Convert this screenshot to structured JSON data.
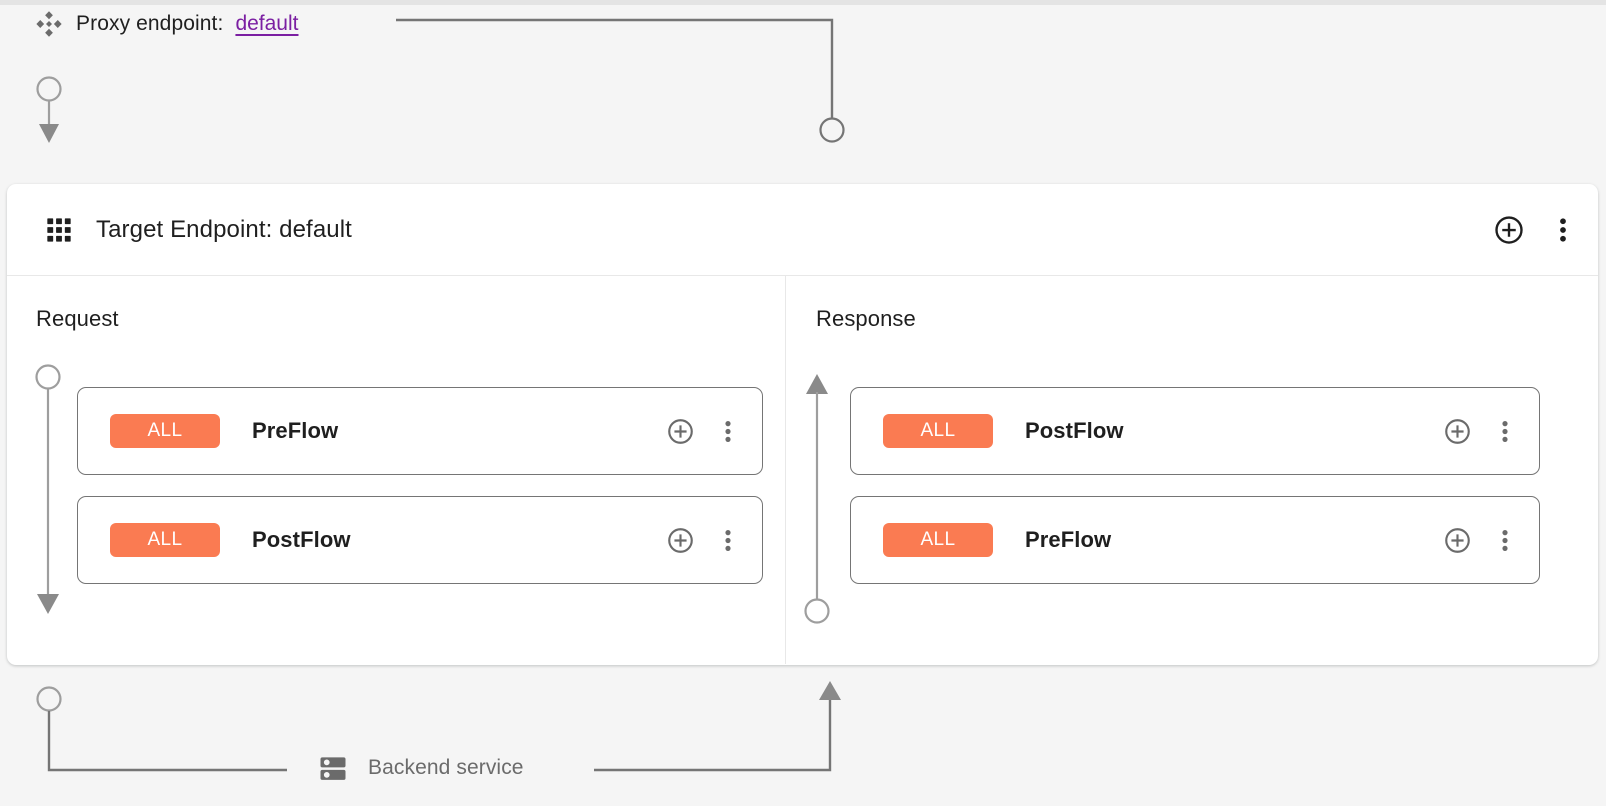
{
  "theme": {
    "page_background": "#f5f5f5",
    "card_background": "#ffffff",
    "badge_color": "#fa7b52",
    "link_color": "#7b1fa2",
    "connector_color": "#757575",
    "muted_text_color": "#6b6b6b",
    "text_color": "#1f1f1f"
  },
  "proxy": {
    "icon": "proxy-endpoint-icon",
    "label": "Proxy endpoint:",
    "value": "default"
  },
  "target_card": {
    "icon": "apps-grid-icon",
    "title": "Target Endpoint: default",
    "actions": {
      "add": "add-circle-icon",
      "menu": "more-vert-icon"
    },
    "columns": [
      {
        "id": "request",
        "title": "Request",
        "direction": "down",
        "rows": [
          {
            "badge": "ALL",
            "name": "PreFlow",
            "add": "add-circle-icon",
            "menu": "more-vert-icon"
          },
          {
            "badge": "ALL",
            "name": "PostFlow",
            "add": "add-circle-icon",
            "menu": "more-vert-icon"
          }
        ]
      },
      {
        "id": "response",
        "title": "Response",
        "direction": "up",
        "rows": [
          {
            "badge": "ALL",
            "name": "PostFlow",
            "add": "add-circle-icon",
            "menu": "more-vert-icon"
          },
          {
            "badge": "ALL",
            "name": "PreFlow",
            "add": "add-circle-icon",
            "menu": "more-vert-icon"
          }
        ]
      }
    ]
  },
  "backend": {
    "icon": "server-storage-icon",
    "label": "Backend service"
  }
}
